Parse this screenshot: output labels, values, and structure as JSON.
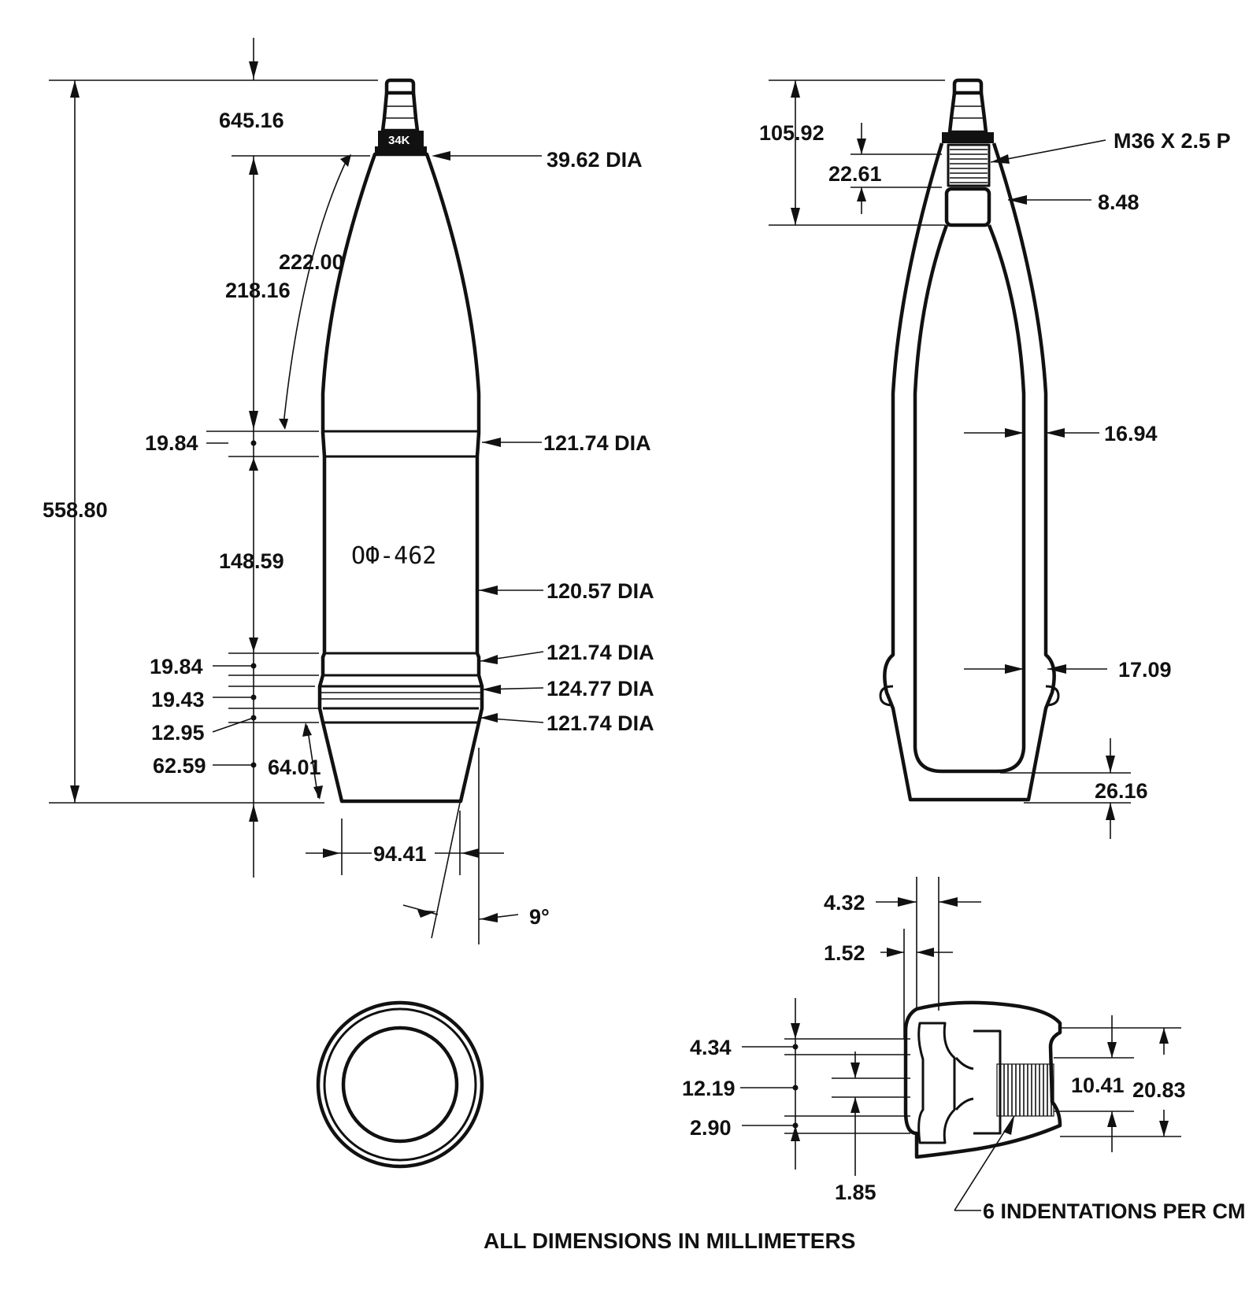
{
  "shell": {
    "marking": "ОФ-462",
    "fuze_band": "34K"
  },
  "dimensions": {
    "overall_with_fuze": "645.16",
    "ogive_length": "218.16",
    "ogive_arc": "222.00",
    "body_length": "558.80",
    "upper_band_width": "19.84",
    "body_section": "148.59",
    "lower_band_1": "19.84",
    "rotating_band": "19.43",
    "lower_band_2": "12.95",
    "boattail_length": "62.59",
    "boattail_slant": "64.01",
    "base_diameter": "94.41",
    "boattail_angle": "9°",
    "nose_diameter": "39.62 DIA",
    "bourrelet_diameter": "121.74 DIA",
    "body_diameter": "120.57 DIA",
    "lower_bourrelet_diameter": "121.74 DIA",
    "band_diameter": "124.77 DIA",
    "rear_diameter": "121.74 DIA",
    "fuze_well_depth": "105.92",
    "thread_length": "22.61",
    "thread_spec": "M36 X 2.5 P",
    "fuze_well_wall": "8.48",
    "wall_thickness_upper": "16.94",
    "wall_thickness_lower": "17.09",
    "base_thickness": "26.16",
    "band_groove_width": "4.32",
    "band_lip": "1.52",
    "band_top": "4.34",
    "band_height": "12.19",
    "band_bottom": "2.90",
    "band_groove_depth": "1.85",
    "band_knurl_width": "10.41",
    "band_total_width": "20.83",
    "knurl_note": "6 INDENTATIONS PER CM"
  },
  "footer": {
    "note": "ALL DIMENSIONS IN MILLIMETERS"
  }
}
